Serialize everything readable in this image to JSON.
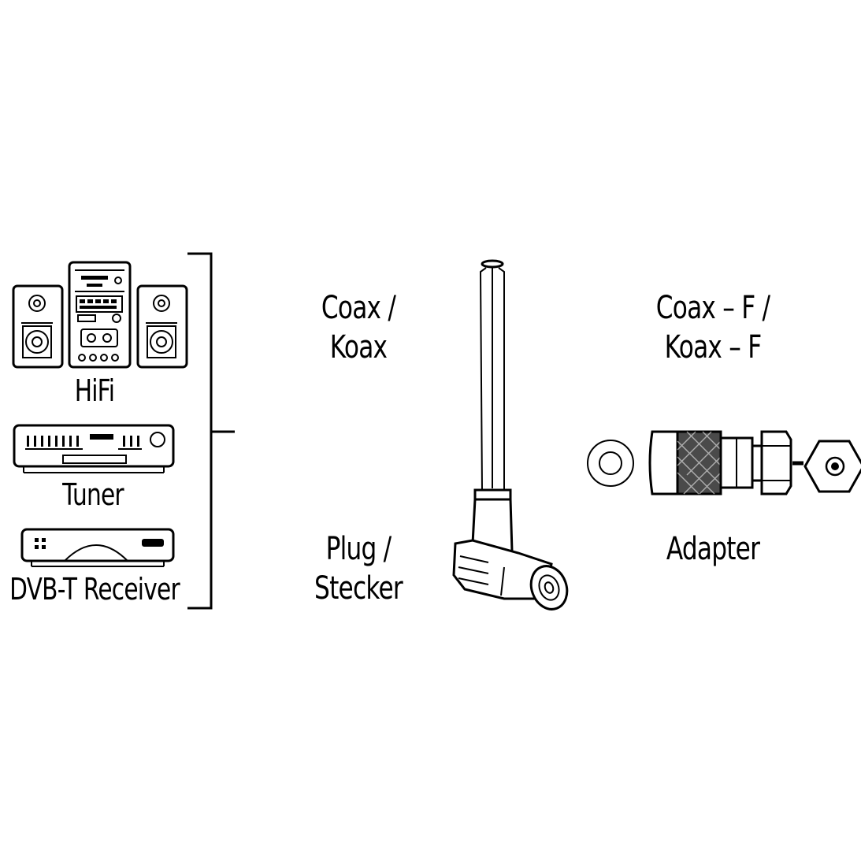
{
  "devices": {
    "hifi_label": "HiFi",
    "tuner_label": "Tuner",
    "dvbt_label": "DVB-T Receiver"
  },
  "cable": {
    "type_line1": "Coax /",
    "type_line2": "Koax",
    "connector_line1": "Plug /",
    "connector_line2": "Stecker"
  },
  "adapter": {
    "type_line1": "Coax – F /",
    "type_line2": "Koax – F",
    "label": "Adapter"
  },
  "icons": [
    "hifi-system-icon",
    "tuner-icon",
    "dvbt-receiver-icon",
    "angled-coax-plug-icon",
    "coax-f-adapter-icon"
  ],
  "colors": {
    "line": "#000000",
    "background": "#ffffff"
  }
}
